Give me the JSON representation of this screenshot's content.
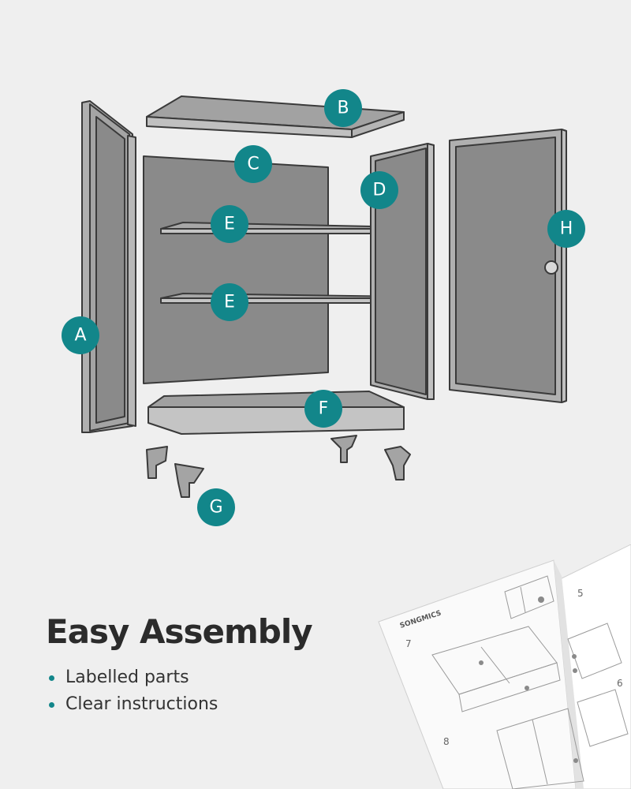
{
  "colors": {
    "accent": "#12868a",
    "panel": "#8a8a8a",
    "panel_edge": "#3a3a3a",
    "frame": "#a8a8a8",
    "background": "#efefef"
  },
  "part_labels": {
    "A": "A",
    "B": "B",
    "C": "C",
    "D": "D",
    "E1": "E",
    "E2": "E",
    "F": "F",
    "G": "G",
    "H": "H"
  },
  "heading": "Easy Assembly",
  "features": [
    "Labelled parts",
    "Clear instructions"
  ],
  "manual": {
    "brand": "SONGMICS",
    "steps": [
      "5",
      "6",
      "7",
      "8"
    ]
  }
}
